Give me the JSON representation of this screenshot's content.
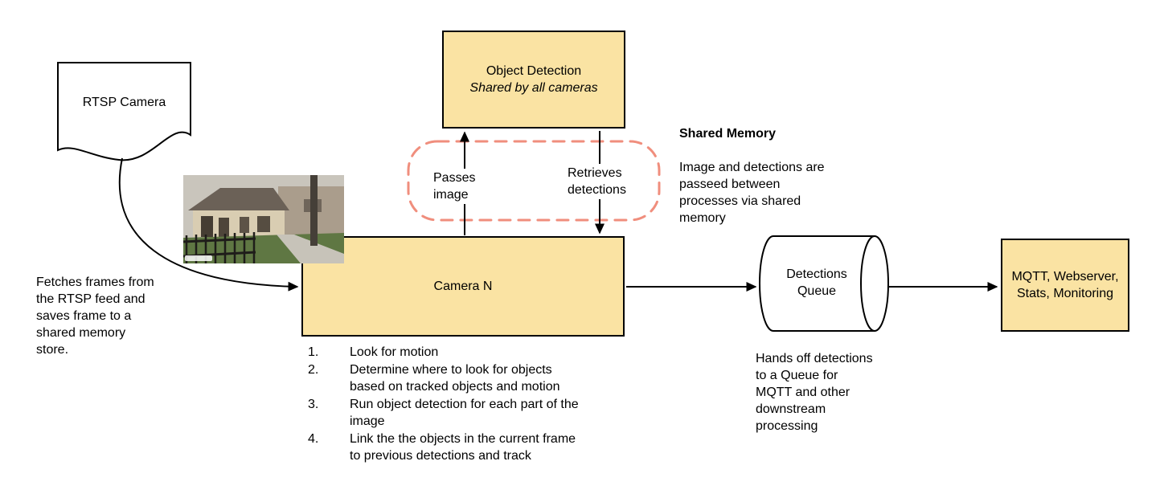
{
  "colors": {
    "node_fill": "#fae3a3",
    "node_border": "#000000",
    "shared_memory_dash": "#f08e7d",
    "arrow": "#000000",
    "background": "#ffffff"
  },
  "nodes": {
    "rtsp_camera": {
      "label": "RTSP Camera"
    },
    "object_detection": {
      "title": "Object Detection",
      "subtitle": "Shared by all cameras"
    },
    "camera_n": {
      "label": "Camera N"
    },
    "detections_queue": {
      "label": "Detections\nQueue"
    },
    "outputs": {
      "label": "MQTT, Webserver,\nStats, Monitoring"
    }
  },
  "edge_labels": {
    "passes_image": "Passes\nimage",
    "retrieves_detections": "Retrieves\ndetections"
  },
  "annotations": {
    "shared_memory": {
      "title": "Shared Memory",
      "body": "Image and detections are\npasseed between\nprocesses via shared\nmemory"
    },
    "fetches_frames": "Fetches frames from\nthe RTSP feed and\nsaves frame to a\nshared memory\nstore.",
    "hands_off": "Hands off detections\nto a Queue for\nMQTT and other\ndownstream\nprocessing"
  },
  "camera_steps": [
    {
      "num": "1.",
      "text": "Look for motion"
    },
    {
      "num": "2.",
      "text": "Determine where to look for objects\nbased on tracked objects and motion"
    },
    {
      "num": "3.",
      "text": "Run object detection for each part of the\nimage"
    },
    {
      "num": "4.",
      "text": "Link the the objects in the current frame\nto previous detections and track"
    }
  ]
}
